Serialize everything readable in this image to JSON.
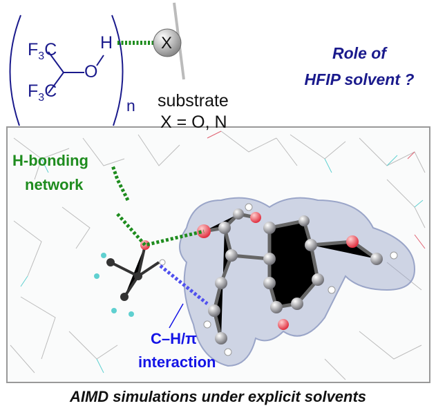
{
  "scheme": {
    "group_top": "F3C",
    "group_bottom": "F3C",
    "oxygen": "O",
    "hydrogen": "H",
    "subscript_n": "n",
    "x_atom": "X",
    "substrate_label": "substrate",
    "x_definition": "X = O, N"
  },
  "question": {
    "line1": "Role of",
    "line2": "HFIP solvent ?"
  },
  "simulation": {
    "hbond_line1": "H-bonding",
    "hbond_line2": "network",
    "ch_pi_line1": "C–H/π",
    "ch_pi_line2": "interaction"
  },
  "caption": "AIMD simulations under explicit solvents",
  "colors": {
    "navy": "#1a1a8c",
    "green": "#1e8c1e",
    "blue": "#1414e6",
    "oxygen": "#e8505a",
    "surface": "#9aa5c8"
  }
}
